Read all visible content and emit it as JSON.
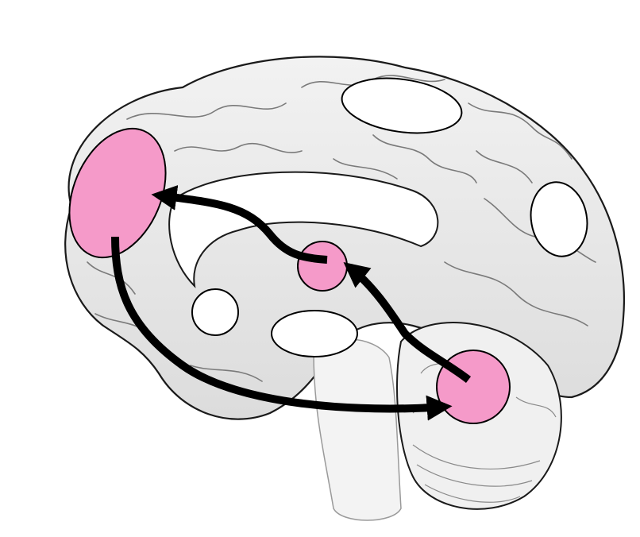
{
  "diagram": {
    "subject": "sagittal-brain-section",
    "colors": {
      "background": "#ffffff",
      "brain_fill": "#ececec",
      "brain_shade": "#d6d6d6",
      "outline": "#1a1a1a",
      "highlight": "#f59ac9",
      "blank_region": "#ffffff",
      "arrow": "#000000"
    },
    "regions": [
      {
        "id": "prefrontal-cortex",
        "style": "highlighted",
        "label": ""
      },
      {
        "id": "thalamus",
        "style": "highlighted",
        "label": ""
      },
      {
        "id": "cerebellum",
        "style": "highlighted",
        "label": ""
      },
      {
        "id": "motor-cortex",
        "style": "blank",
        "label": ""
      },
      {
        "id": "parietal-occipital-region",
        "style": "blank",
        "label": ""
      },
      {
        "id": "orbitofrontal-region",
        "style": "blank",
        "label": ""
      },
      {
        "id": "hypothalamus-region",
        "style": "blank",
        "label": ""
      }
    ],
    "arrows": [
      {
        "id": "thalamus-to-prefrontal",
        "from": "thalamus",
        "to": "prefrontal-cortex"
      },
      {
        "id": "cerebellum-to-thalamus",
        "from": "cerebellum",
        "to": "thalamus"
      },
      {
        "id": "prefrontal-to-cerebellum",
        "from": "prefrontal-cortex",
        "to": "cerebellum"
      }
    ]
  }
}
